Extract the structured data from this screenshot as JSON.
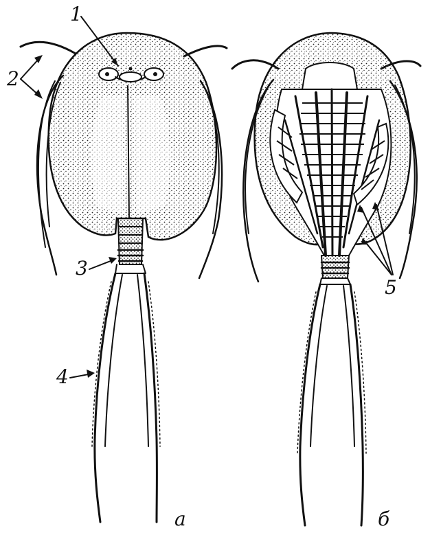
{
  "diagram": {
    "labels": {
      "eye_marker": "1",
      "antennae_marker": "2",
      "segment_marker": "3",
      "cercus_marker": "4",
      "limbs_marker": "5"
    },
    "views": {
      "dorsal": "а",
      "ventral": "б"
    },
    "colors": {
      "ink": "#111111",
      "background": "#ffffff"
    }
  }
}
